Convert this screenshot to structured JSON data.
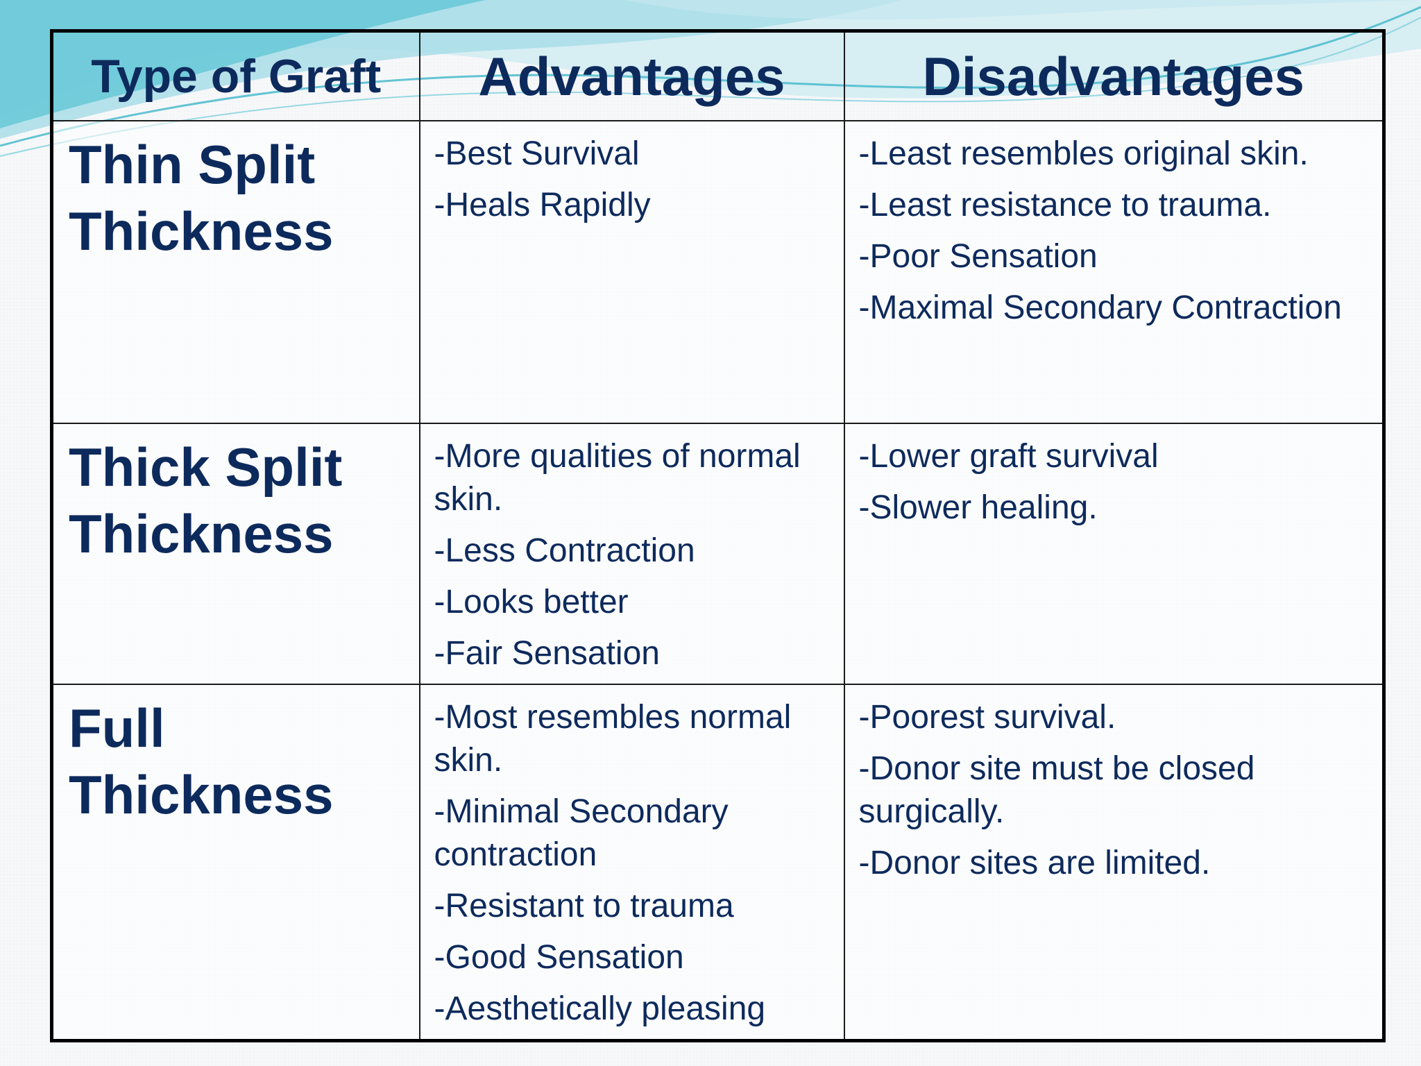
{
  "table": {
    "headers": [
      "Type of Graft",
      "Advantages",
      "Disadvantages"
    ],
    "rows": [
      {
        "type_lines": [
          "Thin Split",
          "Thickness"
        ],
        "advantages": [
          "-Best Survival",
          "-Heals Rapidly"
        ],
        "disadvantages": [
          "-Least resembles original skin.",
          "-Least resistance to trauma.",
          "-Poor Sensation",
          "-Maximal Secondary Contraction"
        ]
      },
      {
        "type_lines": [
          "Thick Split",
          "Thickness"
        ],
        "advantages": [
          "-More qualities of normal skin.",
          "-Less Contraction",
          "-Looks better",
          "-Fair Sensation"
        ],
        "disadvantages": [
          "-Lower graft survival",
          "-Slower healing."
        ]
      },
      {
        "type_lines": [
          "Full",
          "Thickness"
        ],
        "advantages": [
          "-Most resembles normal skin.",
          "-Minimal Secondary contraction",
          "-Resistant to trauma",
          "-Good Sensation",
          "-Aesthetically pleasing"
        ],
        "disadvantages": [
          "-Poorest survival.",
          "-Donor site must be closed surgically.",
          "-Donor sites are limited."
        ]
      }
    ]
  },
  "colors": {
    "text": "#0d2a5c",
    "border": "#000000",
    "wave_light": "#bfe6ee",
    "wave_accent": "#3fb6c9"
  }
}
